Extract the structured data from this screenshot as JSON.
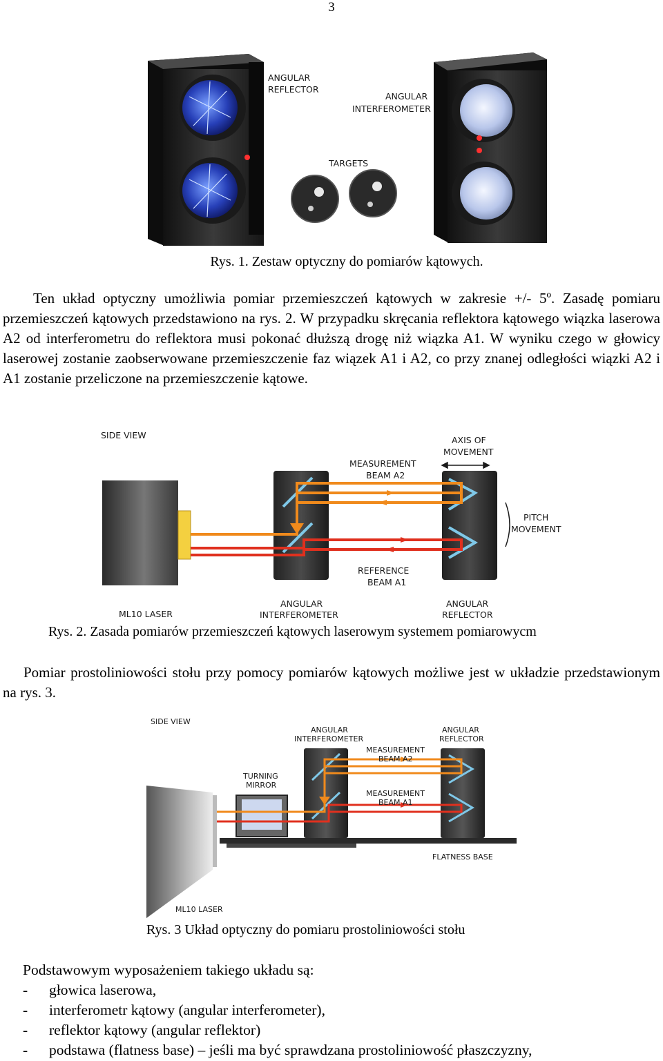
{
  "page_number": "3",
  "figure1": {
    "labels": {
      "angular_reflector": [
        "ANGULAR",
        "REFLECTOR"
      ],
      "angular_interferometer": [
        "ANGULAR",
        "INTERFEROMETER"
      ],
      "targets": "TARGETS"
    },
    "caption": "Rys. 1. Zestaw optyczny do pomiarów kątowych."
  },
  "paragraph1": {
    "text": "Ten układ optyczny umożliwia pomiar przemieszczeń kątowych w zakresie +/- 5º. Zasadę pomiaru przemieszczeń kątowych przedstawiono na rys. 2. W przypadku skręcania reflektora kątowego wiązka laserowa A2 od interferometru do reflektora musi pokonać dłuższą drogę niż wiązka A1. W wyniku czego w głowicy laserowej zostanie zaobserwowane przemieszczenie faz wiązek A1 i A2, co przy znanej odległości wiązki A2 i A1 zostanie przeliczone na przemieszczenie kątowe."
  },
  "figure2": {
    "labels": {
      "side_view": "SIDE VIEW",
      "axis_of_movement": [
        "AXIS OF",
        "MOVEMENT"
      ],
      "measurement_beam": [
        "MEASUREMENT",
        "BEAM A2"
      ],
      "pitch_movement": [
        "PITCH",
        "MOVEMENT"
      ],
      "reference_beam": [
        "REFERENCE",
        "BEAM A1"
      ],
      "ml10_laser": "ML10 LASER",
      "angular_interferometer": [
        "ANGULAR",
        "INTERFEROMETER"
      ],
      "angular_reflector": [
        "ANGULAR",
        "REFLECTOR"
      ]
    },
    "caption": "Rys. 2. Zasada pomiarów przemieszczeń kątowych laserowym systemem pomiarowycm"
  },
  "paragraph2": {
    "text": "Pomiar prostoliniowości stołu przy pomocy pomiarów kątowych możliwe jest w układzie przedstawionym na rys. 3."
  },
  "figure3": {
    "labels": {
      "side_view": "SIDE VIEW",
      "angular_interferometer": [
        "ANGULAR",
        "INTERFEROMETER"
      ],
      "angular_reflector": [
        "ANGULAR",
        "REFLECTOR"
      ],
      "measurement_beam_a2": [
        "MEASUREMENT",
        "BEAM A2"
      ],
      "measurement_beam_a1": [
        "MEASUREMENT",
        "BEAM A1"
      ],
      "turning_mirror": [
        "TURNING",
        "MIRROR"
      ],
      "flatness_base": "FLATNESS BASE",
      "ml10_laser": "ML10 LASER"
    },
    "caption": "Rys. 3 Układ optyczny do pomiaru prostoliniowości stołu"
  },
  "equipment": {
    "intro": "Podstawowym wyposażeniem takiego układu są:",
    "bullet": "-",
    "items": [
      "głowica laserowa,",
      "interferometr kątowy (angular interferometer),",
      "reflektor kątowy (angular reflektor)",
      "podstawa (flatness base) – jeśli ma być sprawdzana prostoliniowość płaszczyzny,"
    ]
  },
  "colors": {
    "beam_red": "#e0301e",
    "beam_orange": "#f08a1c",
    "mirror_blue": "#7fc8e8",
    "body_dark": "#2b2b2b",
    "laser_yellow": "#f4d040"
  }
}
